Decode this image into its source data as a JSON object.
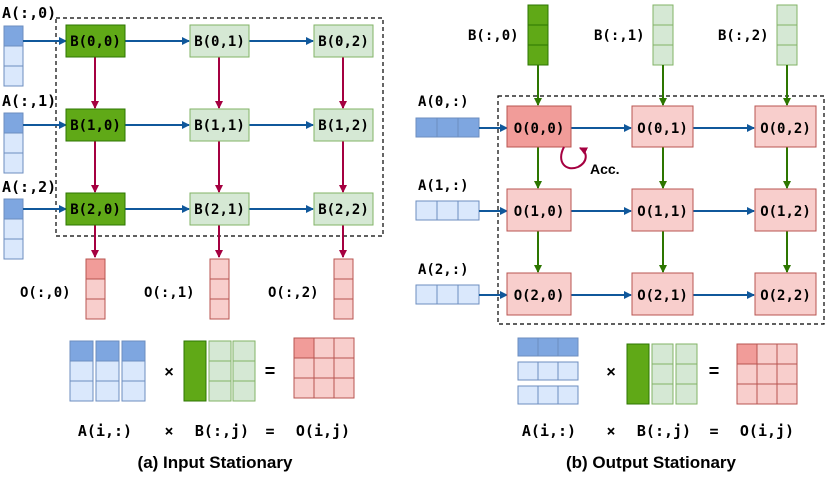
{
  "colors": {
    "a_dark_fill": "#7ea6e0",
    "a_light_fill": "#dae8fc",
    "a_stroke": "#6c8ebf",
    "b_dark_fill": "#60a917",
    "b_dark_stroke": "#2d7600",
    "b_light_fill": "#d5e8d4",
    "b_light_stroke": "#82b366",
    "o_dark_fill": "#f19c99",
    "o_light_fill": "#f8cecc",
    "o_stroke": "#b85450",
    "blue_arrow": "#10589b",
    "purple_arrow": "#a50040",
    "green_arrow": "#2d7600"
  },
  "input_stationary": {
    "a_labels": [
      "A(:,0)",
      "A(:,1)",
      "A(:,2)"
    ],
    "pe_labels": [
      [
        "B(0,0)",
        "B(0,1)",
        "B(0,2)"
      ],
      [
        "B(1,0)",
        "B(1,1)",
        "B(1,2)"
      ],
      [
        "B(2,0)",
        "B(2,1)",
        "B(2,2)"
      ]
    ],
    "o_labels": [
      "O(:,0)",
      "O(:,1)",
      "O(:,2)"
    ],
    "eq_ops": [
      "×",
      "="
    ],
    "formula": [
      "A(i,:)",
      "×",
      "B(:,j)",
      "=",
      "O(i,j)"
    ],
    "caption": "(a) Input Stationary"
  },
  "output_stationary": {
    "b_labels": [
      "B(:,0)",
      "B(:,1)",
      "B(:,2)"
    ],
    "a_labels": [
      "A(0,:)",
      "A(1,:)",
      "A(2,:)"
    ],
    "pe_labels": [
      [
        "O(0,0)",
        "O(0,1)",
        "O(0,2)"
      ],
      [
        "O(1,0)",
        "O(1,1)",
        "O(1,2)"
      ],
      [
        "O(2,0)",
        "O(2,1)",
        "O(2,2)"
      ]
    ],
    "acc_label": "Acc.",
    "eq_ops": [
      "×",
      "="
    ],
    "formula": [
      "A(i,:)",
      "×",
      "B(:,j)",
      "=",
      "O(i,j)"
    ],
    "caption": "(b) Output Stationary"
  }
}
